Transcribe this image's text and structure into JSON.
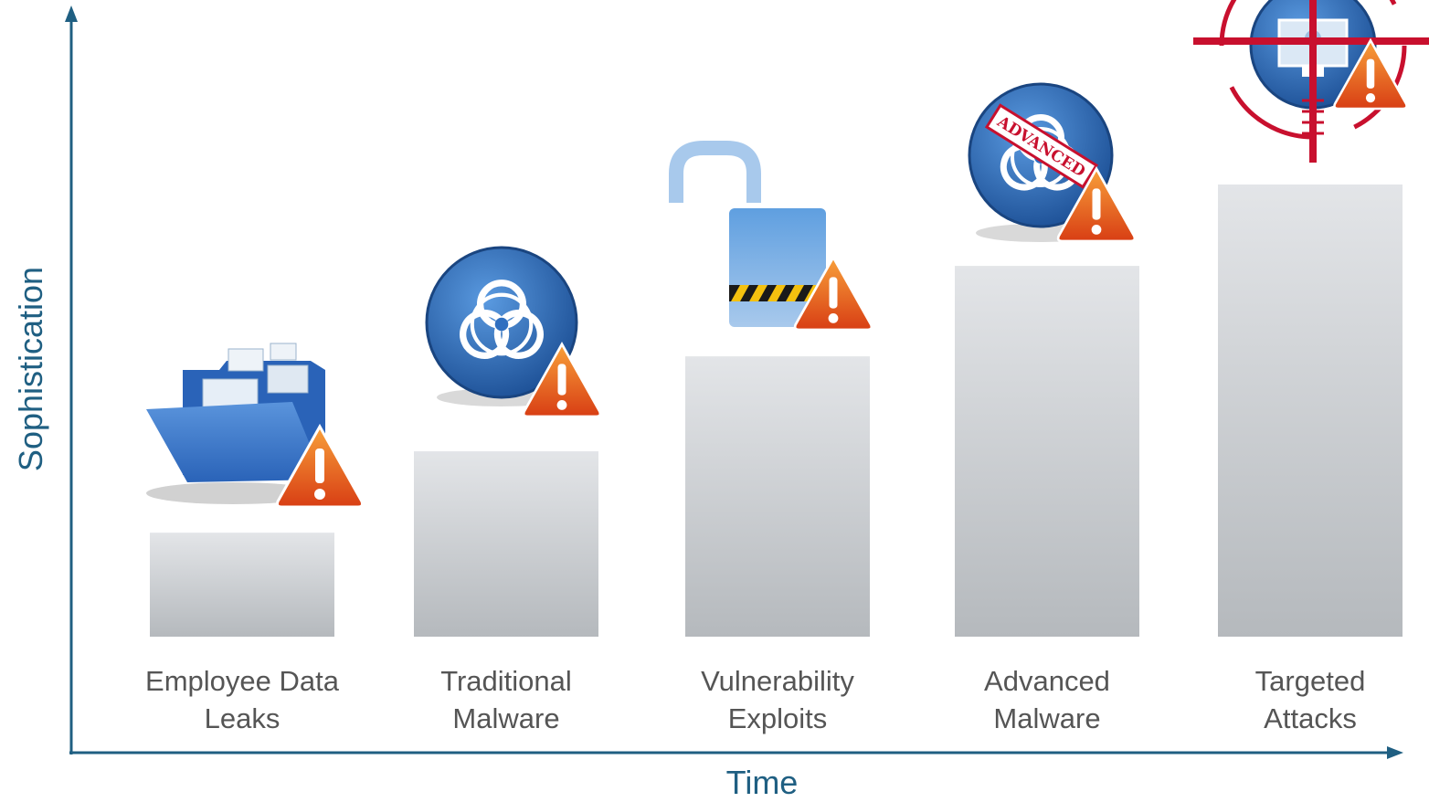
{
  "axes": {
    "y_label": "Sophistication",
    "x_label": "Time"
  },
  "colors": {
    "axis": "#1f5f82",
    "bar_top": "#e3e5e8",
    "bar_bottom": "#b5b9bd",
    "icon_blue": "#2f6fc0",
    "warning_orange": "#e9581f",
    "target_red": "#c8102e"
  },
  "stages": [
    {
      "line1": "Employee Data",
      "line2": "Leaks",
      "level": 0.23,
      "icon": "folder-icon"
    },
    {
      "line1": "Traditional",
      "line2": "Malware",
      "level": 0.41,
      "icon": "biohazard-icon"
    },
    {
      "line1": "Vulnerability",
      "line2": "Exploits",
      "level": 0.62,
      "icon": "open-padlock-icon"
    },
    {
      "line1": "Advanced",
      "line2": "Malware",
      "level": 0.82,
      "icon": "advanced-biohazard-icon",
      "stamp": "ADVANCED"
    },
    {
      "line1": "Targeted",
      "line2": "Attacks",
      "level": 1.0,
      "icon": "crosshair-monitor-icon"
    }
  ]
}
